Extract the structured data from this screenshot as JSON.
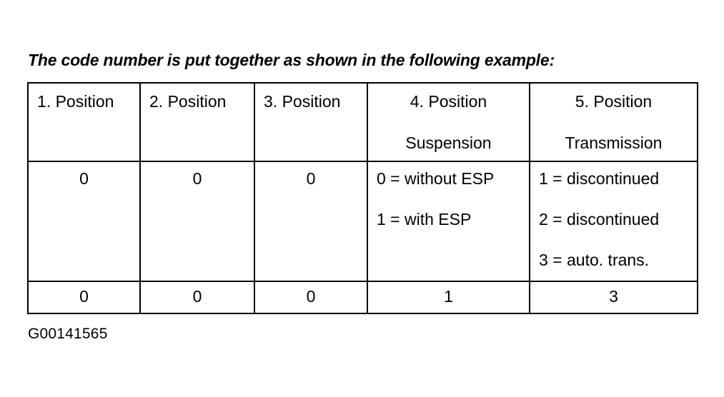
{
  "document": {
    "intro_text": "The code number is put together as shown in the following example:",
    "caption": "G00141565",
    "ink_color": "#000000",
    "background_color": "#ffffff"
  },
  "table": {
    "columns": [
      {
        "index": 1,
        "header_line1": "1. Position",
        "header_line2": "",
        "detail_lines": [],
        "detail_number": "0",
        "result": "0"
      },
      {
        "index": 2,
        "header_line1": "2. Position",
        "header_line2": "",
        "detail_lines": [],
        "detail_number": "0",
        "result": "0"
      },
      {
        "index": 3,
        "header_line1": "3. Position",
        "header_line2": "",
        "detail_lines": [],
        "detail_number": "0",
        "result": "0"
      },
      {
        "index": 4,
        "header_line1": "4. Position",
        "header_line2": "Suspension",
        "detail_lines": [
          "0 = without ESP",
          "1 = with ESP",
          ""
        ],
        "detail_number": "",
        "result": "1"
      },
      {
        "index": 5,
        "header_line1": "5. Position",
        "header_line2": "Transmission",
        "detail_lines": [
          "1 = discontinued",
          "2 = discontinued",
          "3 = auto. trans."
        ],
        "detail_number": "",
        "result": "3"
      }
    ]
  }
}
